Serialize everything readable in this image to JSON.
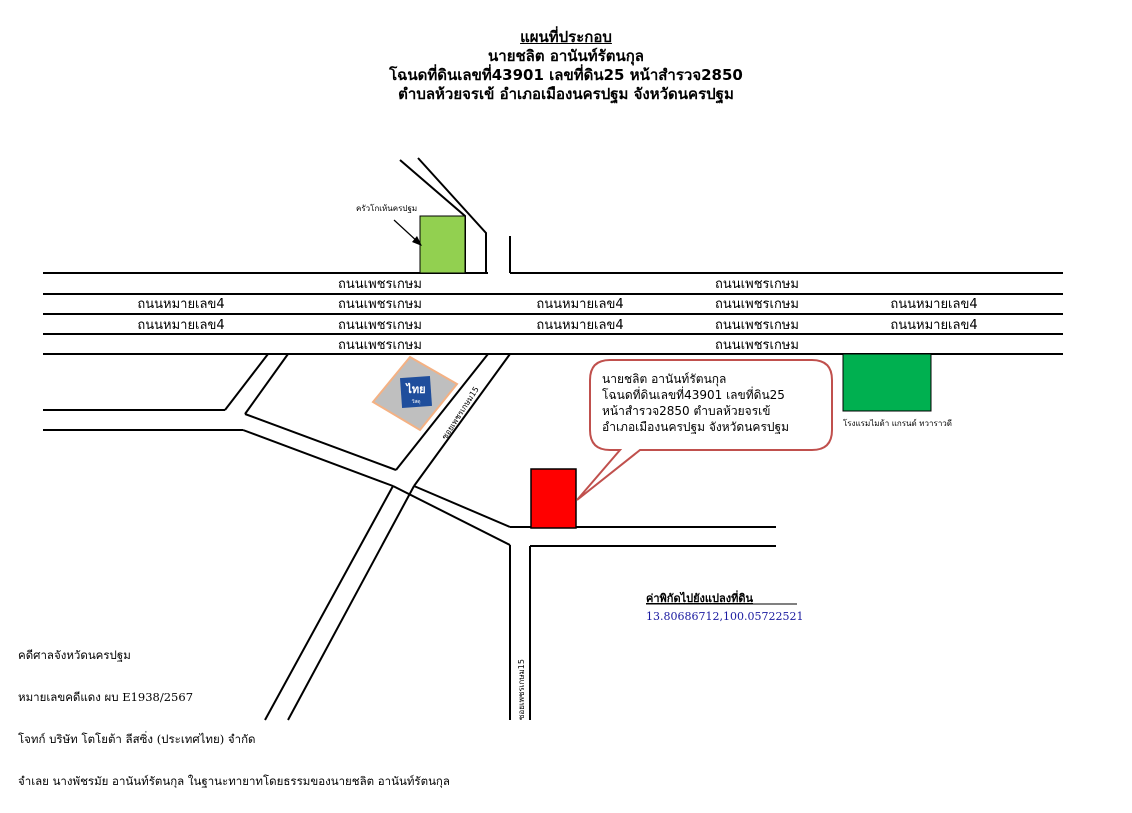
{
  "header": {
    "title": "แผนที่ประกอบ",
    "owner": "นายชลิต อานันท์รัตนกุล",
    "deed": "โฉนดที่ดินเลขที่43901 เลขที่ดิน25 หน้าสำรวจ2850",
    "location": "ตำบลห้วยจรเข้ อำเภอเมืองนครปฐม จังหวัดนครปฐม"
  },
  "roads": {
    "phetkasem": "ถนนเพชรเกษม",
    "highway4": "ถนนหมายเลข4",
    "soi15_upper": "ซอยเพชรเกษม15",
    "soi15_lower": "ซอยเพชรเกษม15"
  },
  "landmarks": {
    "kitchen_label": "ครัวโกเห้นครปฐม",
    "hotel_label": "โรงแรมไมด้า แกรนด์ ทวาราวดี",
    "store_logo_text": "ไทย",
    "store_logo_sub": "วัสดุ"
  },
  "callout": {
    "line1": "นายชลิต อานันท์รัตนกุล",
    "line2": "โฉนดที่ดินเลขที่43901 เลขที่ดิน25",
    "line3": "หน้าสำรวจ2850 ตำบลห้วยจรเข้",
    "line4": "อำเภอเมืองนครปฐม จังหวัดนครปฐม"
  },
  "coordinates": {
    "title": "ค่าพิกัดไปยังแปลงที่ดิน",
    "value": "13.80686712,100.05722521"
  },
  "notes": {
    "court": "คดีศาลจังหวัดนครปฐม",
    "case_no": "หมายเลขคดีแดง ผบ E1938/2567",
    "plaintiff": "โจทก์ บริษัท โตโยต้า ลีสซิ่ง (ประเทศไทย) จำกัด",
    "defendant": "จำเลย นางพัชรมัย อานันท์รัตนกุล ในฐานะทายาทโดยธรรมของนายชลิต อานันท์รัตนกุล"
  },
  "colors": {
    "target_plot": "#ff0000",
    "landmark_green_light": "#92d050",
    "landmark_green_dark": "#00b050",
    "callout_border": "#c0504d",
    "coord_text": "#1a1aa0"
  }
}
